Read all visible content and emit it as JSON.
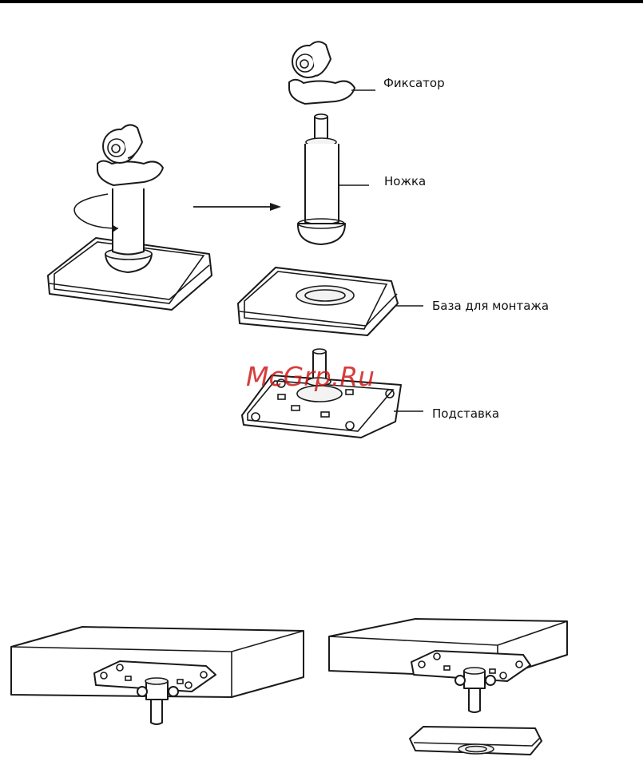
{
  "labels": {
    "lock": "Фиксатор",
    "leg": "Ножка",
    "mount_base": "База для монтажа",
    "stand": "Подставка"
  },
  "watermark": "McGrp.Ru",
  "colors": {
    "watermark": "#cd1414",
    "line": "#1a1a1a"
  }
}
